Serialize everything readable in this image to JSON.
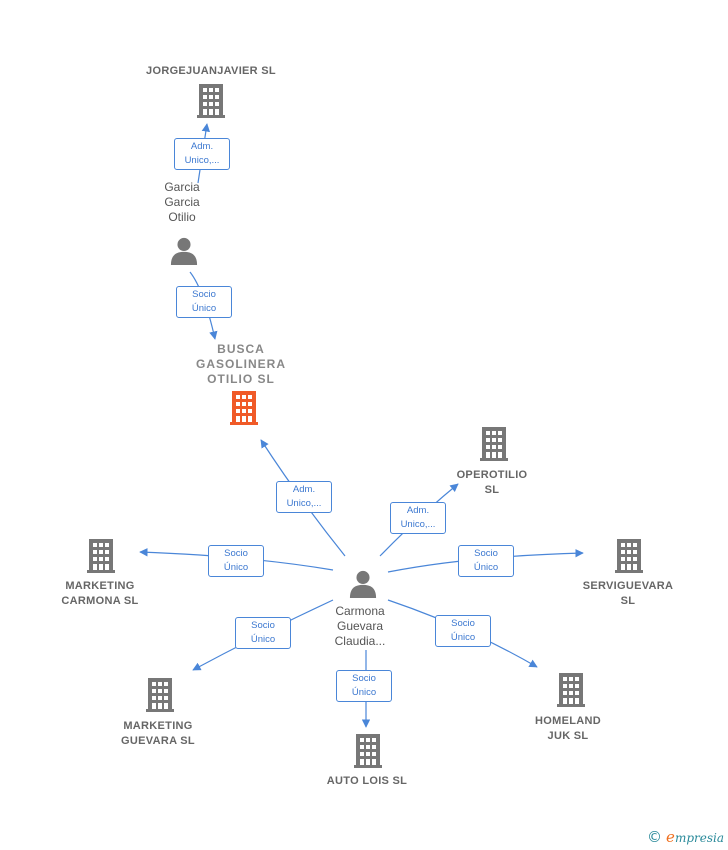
{
  "colors": {
    "edge": "#4a86d8",
    "company": "#777777",
    "main_company": "#f05a28",
    "person": "#777777"
  },
  "companies": [
    {
      "id": "jorgejuanjavier",
      "name": "JORGEJUANJAVIER SL",
      "icon": "building-icon",
      "main": false
    },
    {
      "id": "busca",
      "name": "BUSCA\nGASOLINERA\nOTILIO  SL",
      "icon": "building-icon",
      "main": true
    },
    {
      "id": "operotilio",
      "name": "OPEROTILIO\nSL",
      "icon": "building-icon",
      "main": false
    },
    {
      "id": "marketing_carmona",
      "name": "MARKETING\nCARMONA  SL",
      "icon": "building-icon",
      "main": false
    },
    {
      "id": "serviguevara",
      "name": "SERVIGUEVARA\nSL",
      "icon": "building-icon",
      "main": false
    },
    {
      "id": "marketing_guevara",
      "name": "MARKETING\nGUEVARA  SL",
      "icon": "building-icon",
      "main": false
    },
    {
      "id": "homeland",
      "name": "HOMELAND\nJUK  SL",
      "icon": "building-icon",
      "main": false
    },
    {
      "id": "autolois",
      "name": "AUTO LOIS  SL",
      "icon": "building-icon",
      "main": false
    }
  ],
  "persons": [
    {
      "id": "garcia",
      "name": "Garcia\nGarcia\nOtilio",
      "icon": "person-icon"
    },
    {
      "id": "carmona",
      "name": "Carmona\nGuevara\nClaudia...",
      "icon": "person-icon"
    }
  ],
  "edges": [
    {
      "from": "garcia",
      "to": "jorgejuanjavier",
      "label": "Adm.\nUnico,..."
    },
    {
      "from": "garcia",
      "to": "busca",
      "label": "Socio\nÚnico"
    },
    {
      "from": "carmona",
      "to": "busca",
      "label": "Adm.\nUnico,..."
    },
    {
      "from": "carmona",
      "to": "operotilio",
      "label": "Adm.\nUnico,..."
    },
    {
      "from": "carmona",
      "to": "marketing_carmona",
      "label": "Socio\nÚnico"
    },
    {
      "from": "carmona",
      "to": "serviguevara",
      "label": "Socio\nÚnico"
    },
    {
      "from": "carmona",
      "to": "marketing_guevara",
      "label": "Socio\nÚnico"
    },
    {
      "from": "carmona",
      "to": "homeland",
      "label": "Socio\nÚnico"
    },
    {
      "from": "carmona",
      "to": "autolois",
      "label": "Socio\nÚnico"
    }
  ],
  "brand": {
    "copyright": "©",
    "initial": "e",
    "name": "mpresia"
  }
}
